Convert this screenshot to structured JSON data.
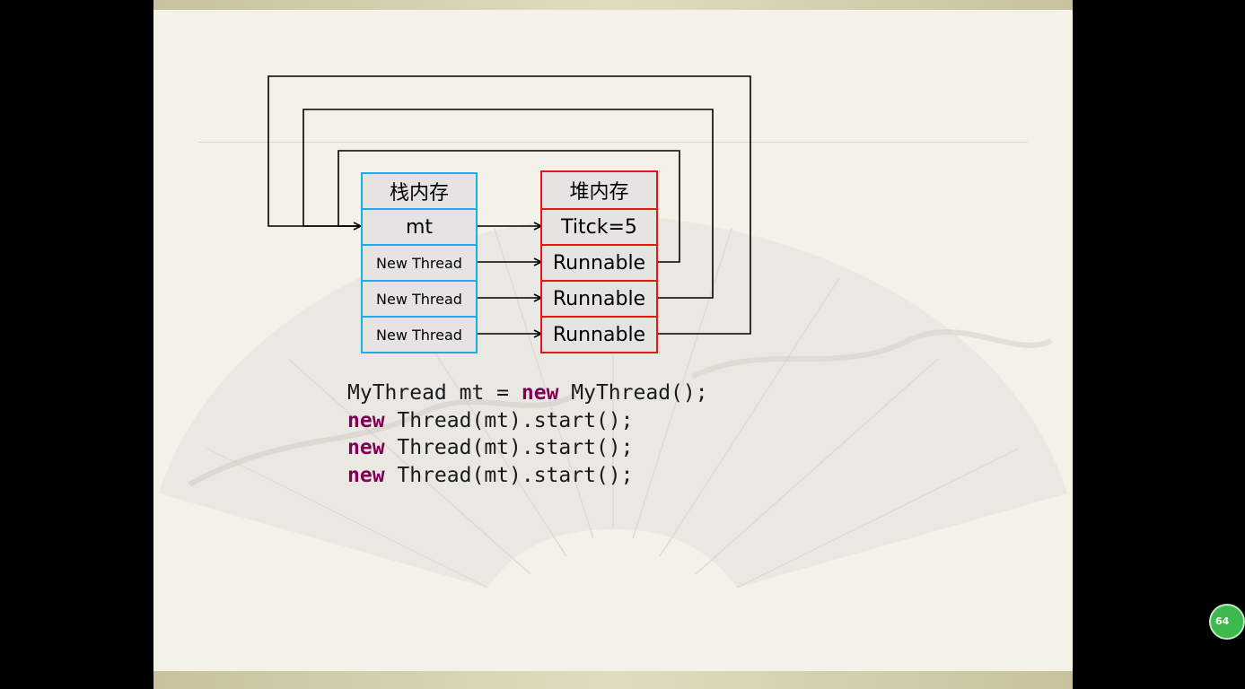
{
  "stack": {
    "header": "栈内存",
    "cells": [
      "mt",
      "New Thread",
      "New Thread",
      "New Thread"
    ]
  },
  "heap": {
    "header": "堆内存",
    "cells": [
      "Titck=5",
      "Runnable",
      "Runnable",
      "Runnable"
    ]
  },
  "code": {
    "line1_a": "MyThread mt = ",
    "line1_kw": "new",
    "line1_b": " MyThread();",
    "kw": "new",
    "line_rest": " Thread(mt).start();"
  },
  "badge": "64"
}
